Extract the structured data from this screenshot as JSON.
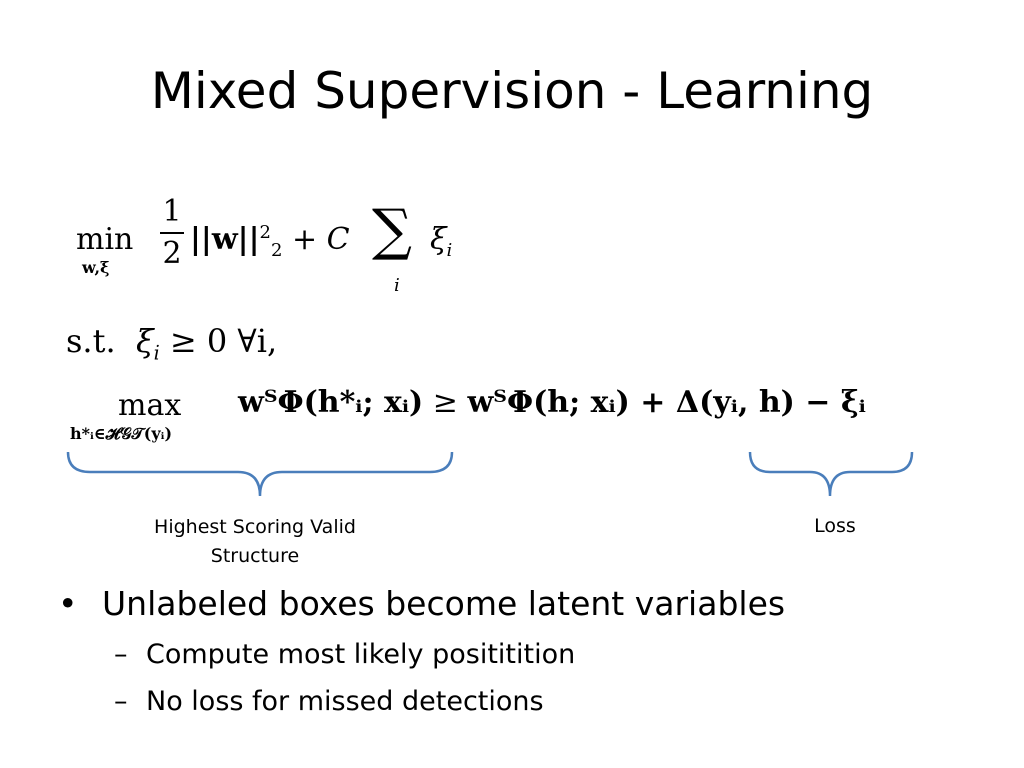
{
  "slide": {
    "title": "Mixed Supervision - Learning",
    "equations": {
      "eq1": {
        "op": "min",
        "op_subscript": "w,ξ",
        "frac_num": "1",
        "frac_den": "2",
        "norm": "||w||",
        "norm_sup": "2",
        "norm_sub": "2",
        "plus_c": "+ C",
        "sigma": "∑",
        "sigma_sub": "i",
        "term": "ξ",
        "term_sub": "i"
      },
      "eq2": {
        "st": "s.t.",
        "xi": "ξ",
        "xi_sub": "i",
        "rest": "≥ 0 ∀i,"
      },
      "eq3": {
        "op": "max",
        "op_subscript": "h*ᵢ∈𝓗𝒢𝒯(yᵢ)",
        "lhs": "wᵀΦ(h*ᵢ; xᵢ)",
        "geq": "≥",
        "rhs": "wᵀΦ(h; xᵢ) + Δ(yᵢ, h) − ξᵢ"
      }
    },
    "annotations": {
      "left_label": "Highest Scoring Valid Structure",
      "right_label": "Loss",
      "brace_color": "#4a7ebb"
    },
    "bullets": [
      {
        "text": "Unlabeled boxes become latent variables",
        "sub": [
          "Compute most likely posititition",
          "No loss for missed detections"
        ]
      }
    ],
    "bullet_glyph": "•",
    "sub_glyph": "–"
  }
}
